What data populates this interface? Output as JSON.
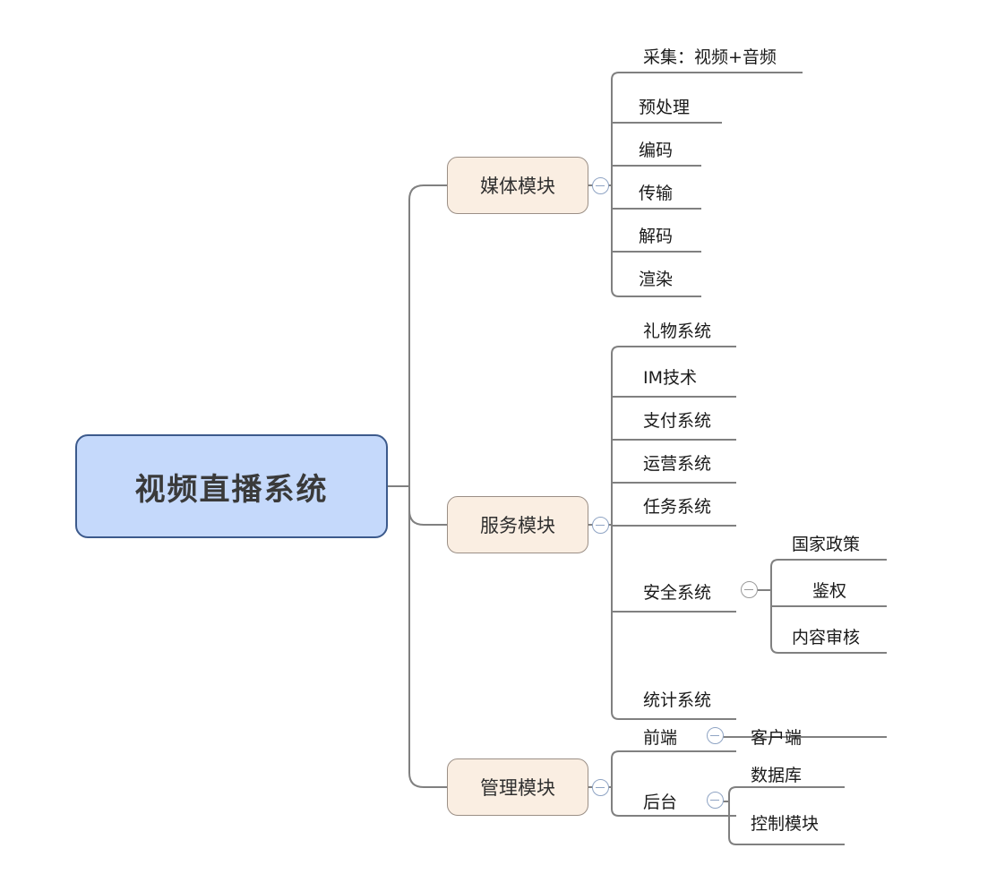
{
  "diagram": {
    "title": "视频直播系统",
    "type": "mindmap",
    "colors": {
      "root_fill": "#c5d9fb",
      "root_border": "#3c5a8c",
      "branch_fill": "#faeee2",
      "branch_border": "#9b8f86",
      "connector": "#808080",
      "toggle_blue": "#8fa4c4",
      "toggle_gray": "#9a9a9a",
      "text": "#1a1a1a",
      "background": "#ffffff"
    },
    "root": {
      "label": "视频直播系统"
    },
    "branches": [
      {
        "label": "媒体模块",
        "toggle": "collapse-toggle",
        "children": [
          {
            "label": "采集：视频+音频"
          },
          {
            "label": "预处理"
          },
          {
            "label": "编码"
          },
          {
            "label": "传输"
          },
          {
            "label": "解码"
          },
          {
            "label": "渲染"
          }
        ]
      },
      {
        "label": "服务模块",
        "toggle": "collapse-toggle",
        "children": [
          {
            "label": "礼物系统"
          },
          {
            "label": "IM技术"
          },
          {
            "label": "支付系统"
          },
          {
            "label": "运营系统"
          },
          {
            "label": "任务系统"
          },
          {
            "label": "安全系统",
            "toggle": "collapse-toggle",
            "children": [
              {
                "label": "国家政策"
              },
              {
                "label": "鉴权"
              },
              {
                "label": "内容审核"
              }
            ]
          },
          {
            "label": "统计系统"
          }
        ]
      },
      {
        "label": "管理模块",
        "toggle": "collapse-toggle",
        "children": [
          {
            "label": "前端",
            "toggle": "collapse-toggle",
            "children": [
              {
                "label": "客户端"
              }
            ]
          },
          {
            "label": "后台",
            "toggle": "collapse-toggle",
            "children": [
              {
                "label": "数据库"
              },
              {
                "label": "控制模块"
              }
            ]
          }
        ]
      }
    ]
  }
}
